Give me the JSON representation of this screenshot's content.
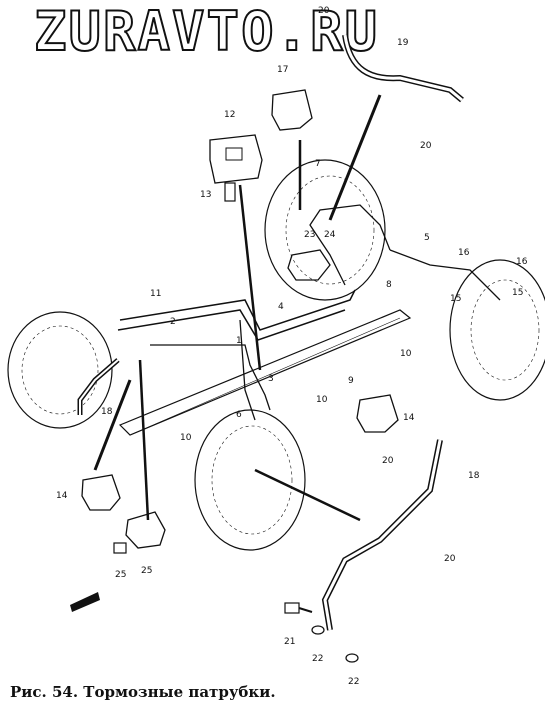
{
  "watermark": "ZURAVTO.RU",
  "caption": "Рис. 54. Тормозные патрубки.",
  "callouts": [
    "1",
    "2",
    "3",
    "4",
    "5",
    "6",
    "7",
    "8",
    "9",
    "10",
    "11",
    "12",
    "13",
    "14",
    "15",
    "16",
    "17",
    "18",
    "19",
    "20",
    "21",
    "22",
    "23",
    "24",
    "25"
  ]
}
